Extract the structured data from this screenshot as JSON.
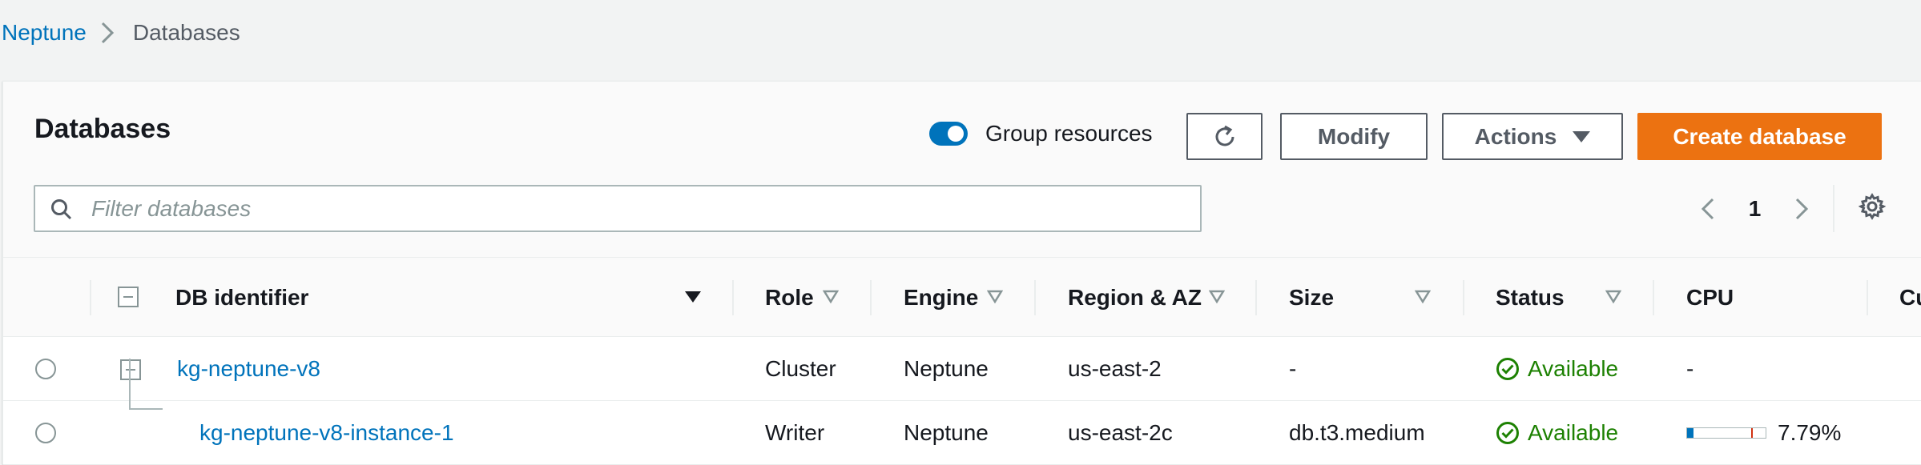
{
  "breadcrumb": {
    "root": "Neptune",
    "current": "Databases"
  },
  "panel": {
    "title": "Databases",
    "group_resources_label": "Group resources",
    "group_resources_on": true,
    "modify_label": "Modify",
    "actions_label": "Actions",
    "create_label": "Create database",
    "filter_placeholder": "Filter databases",
    "page_number": "1"
  },
  "table": {
    "columns": {
      "db_identifier": "DB identifier",
      "role": "Role",
      "engine": "Engine",
      "region": "Region & AZ",
      "size": "Size",
      "status": "Status",
      "cpu": "CPU",
      "next": "Cu"
    },
    "rows": [
      {
        "identifier": "kg-neptune-v8",
        "role": "Cluster",
        "engine": "Neptune",
        "region": "us-east-2",
        "size": "-",
        "status": "Available",
        "cpu": "-"
      },
      {
        "identifier": "kg-neptune-v8-instance-1",
        "role": "Writer",
        "engine": "Neptune",
        "region": "us-east-2c",
        "size": "db.t3.medium",
        "status": "Available",
        "cpu": "7.79%",
        "cpu_fraction": 0.0779
      }
    ]
  },
  "colors": {
    "link": "#0073bb",
    "primary_button": "#ec7211",
    "status_available": "#1d8102"
  },
  "icons": {
    "breadcrumb_separator": "chevron-right-icon",
    "refresh": "refresh-icon",
    "search": "search-icon",
    "settings": "gear-icon",
    "status_ok": "check-circle-icon"
  }
}
